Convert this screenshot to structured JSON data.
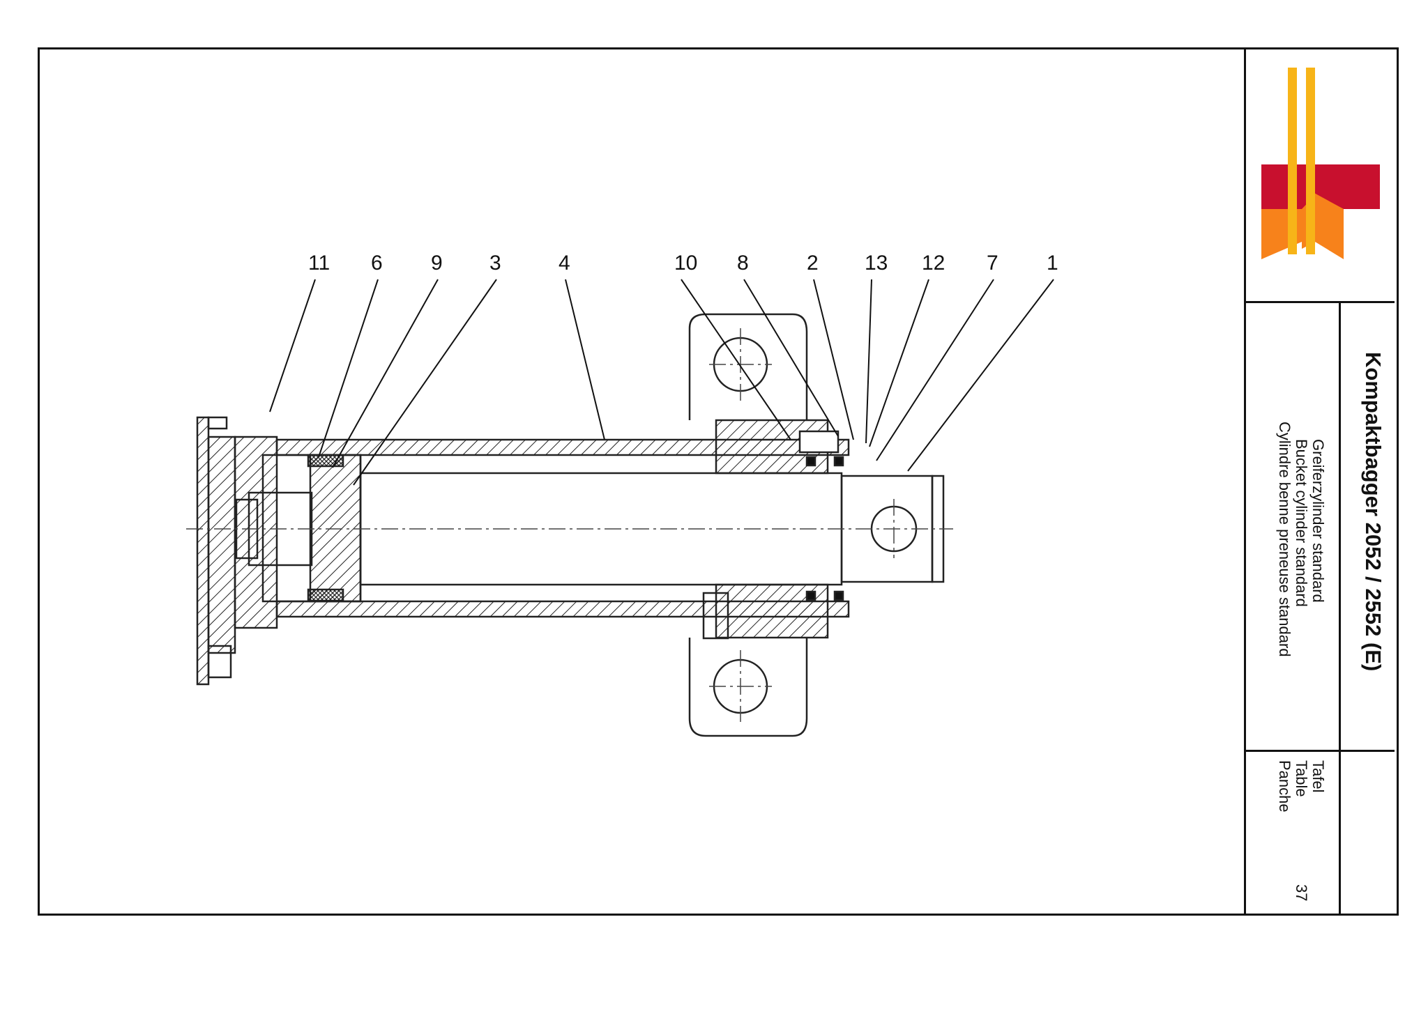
{
  "drawing": {
    "callouts": [
      {
        "label": "11"
      },
      {
        "label": "6"
      },
      {
        "label": "9"
      },
      {
        "label": "3"
      },
      {
        "label": "4"
      },
      {
        "label": "10"
      },
      {
        "label": "8"
      },
      {
        "label": "2"
      },
      {
        "label": "13"
      },
      {
        "label": "12"
      },
      {
        "label": "7"
      },
      {
        "label": "1"
      }
    ]
  },
  "titleblock": {
    "logo": "company-logo",
    "title": "Kompaktbagger 2052 / 2552 (E)",
    "description": [
      "Greiferzylinder standard",
      "Bucket cylinder standard",
      "Cylindre benne preneuse standard"
    ],
    "sheet_labels": [
      "Tafel",
      "Table",
      "Panche"
    ],
    "sheet_number": "37"
  },
  "colors": {
    "frame": "#111111",
    "logo_yellow": "#f7b418",
    "logo_red": "#c8102e",
    "logo_orange": "#f7821b"
  }
}
